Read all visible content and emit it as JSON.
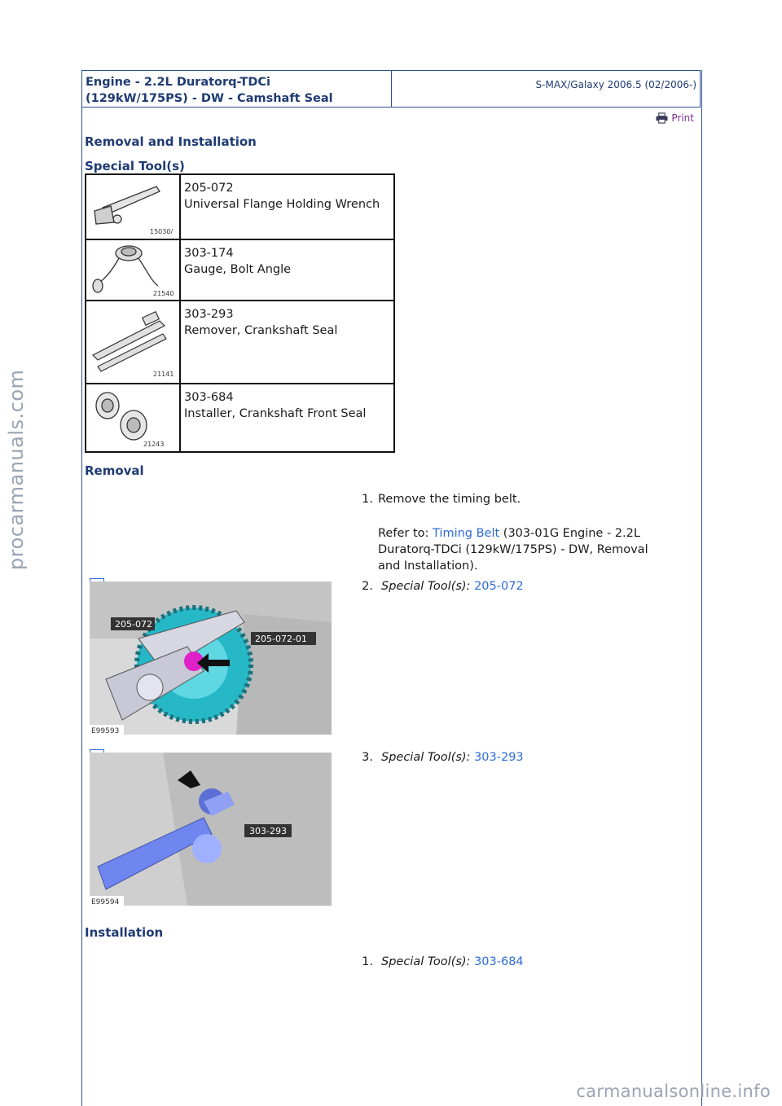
{
  "header": {
    "title_line1": "Engine - 2.2L Duratorq-TDCi",
    "title_line2": "(129kW/175PS) - DW - Camshaft Seal",
    "model": "S-MAX/Galaxy 2006.5 (02/2006-)"
  },
  "print_label": "Print",
  "section_title": "Removal and Installation",
  "tools": {
    "title": "Special Tool(s)",
    "items": [
      {
        "number": "205-072",
        "name": "Universal Flange Holding Wrench",
        "img_code": "15030/"
      },
      {
        "number": "303-174",
        "name": "Gauge, Bolt Angle",
        "img_code": "21540"
      },
      {
        "number": "303-293",
        "name": "Remover, Crankshaft Seal",
        "img_code": "21141"
      },
      {
        "number": "303-684",
        "name": "Installer, Crankshaft Front Seal",
        "img_code": "21243"
      }
    ]
  },
  "removal": {
    "heading": "Removal",
    "step1": {
      "num": "1.",
      "text": "Remove the timing belt.",
      "refer_prefix": "Refer to:",
      "refer_link": "Timing Belt",
      "refer_suffix_1": "(303-01G Engine - 2.2L",
      "refer_suffix_2": "Duratorq-TDCi (129kW/175PS) - DW, Removal",
      "refer_suffix_3": "and Installation)."
    },
    "step2": {
      "num": "2.",
      "label": "Special Tool(s):",
      "tool": "205-072",
      "fig_code": "E99593",
      "callout_a": "205-072",
      "callout_b": "205-072-01"
    },
    "step3": {
      "num": "3.",
      "label": "Special Tool(s):",
      "tool": "303-293",
      "fig_code": "E99594",
      "callout_a": "303-293"
    }
  },
  "installation": {
    "heading": "Installation",
    "step1": {
      "num": "1.",
      "label": "Special Tool(s):",
      "tool": "303-684"
    }
  },
  "watermarks": {
    "side": "procarmanuals.com",
    "bottom": "carmanualsonline.info"
  },
  "colors": {
    "border": "#2a4f8f",
    "heading": "#1f3b73",
    "link": "#2d6bd6",
    "print": "#7a2f8f"
  }
}
